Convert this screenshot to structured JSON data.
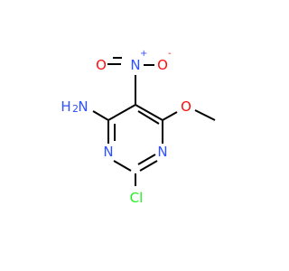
{
  "molecule": {
    "atoms": {
      "n_ring_left": "N",
      "n_ring_right": "N",
      "cl": "Cl",
      "o_methoxy": "O",
      "nh2_n": "N",
      "nh2_h": "H",
      "nh2_sub": "2",
      "nitro_n": "N",
      "nitro_n_charge": "+",
      "nitro_o_top": "O",
      "nitro_o_right": "O",
      "nitro_o_charge": "-"
    },
    "colors": {
      "bond": "#000000",
      "nitrogen": "#3050F8",
      "oxygen": "#FF0D0D",
      "chlorine": "#1FF01F"
    }
  }
}
